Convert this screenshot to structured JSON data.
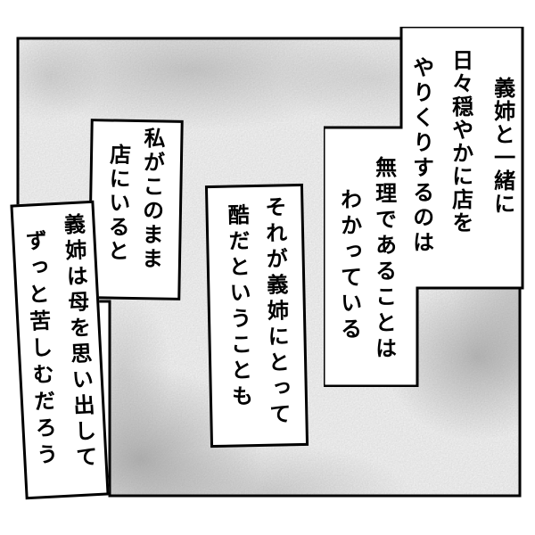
{
  "panel": {
    "border_color": "#000000",
    "background_color": "#ffffff",
    "shading_color": "#bdbdbd",
    "texture": "grainy-airbrush"
  },
  "narration": {
    "boxes": [
      {
        "name": "box-running-store",
        "columns": [
          "義姉と一緒に",
          "日々穏やかに店を",
          "やりくりするのは"
        ]
      },
      {
        "name": "box-impossible",
        "columns": [
          "無理であることは",
          "わかっている"
        ]
      },
      {
        "name": "box-cruel",
        "columns": [
          "それが義姉にとって",
          "酷だということも"
        ]
      },
      {
        "name": "box-if-i-stay",
        "columns": [
          "私がこのまま",
          "店にいると"
        ]
      },
      {
        "name": "box-suffering",
        "columns": [
          "義姉は母を思い出して",
          "ずっと苦しむだろう"
        ]
      }
    ]
  }
}
